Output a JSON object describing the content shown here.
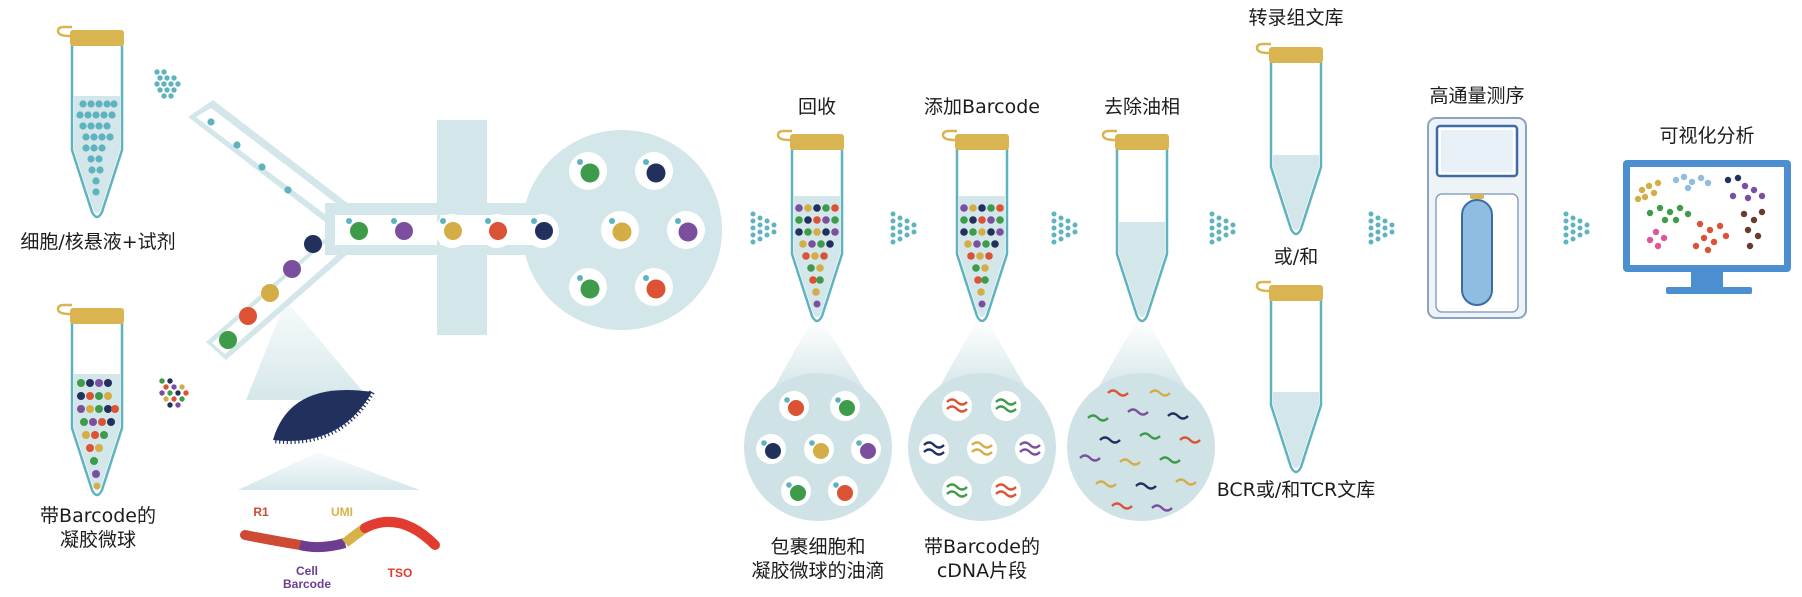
{
  "labels": {
    "cell_suspension": "细胞/核悬液+试剂",
    "beads_line1": "带Barcode的",
    "beads_line2": "凝胶微球",
    "recover": "回收",
    "add_barcode": "添加Barcode",
    "remove_oil": "去除油相",
    "transcriptome_library": "转录组文库",
    "or_and": "或/和",
    "bcr_tcr_library": "BCR或/和TCR文库",
    "sequencing": "高通量测序",
    "visual_analysis": "可视化分析",
    "droplet_line1": "包裹细胞和",
    "droplet_line2": "凝胶微球的油滴",
    "cdna_line1": "带Barcode的",
    "cdna_line2": "cDNA片段"
  },
  "bead_oligo": {
    "r1": "R1",
    "umi": "UMI",
    "cell_barcode_line1": "Cell",
    "cell_barcode_line2": "Barcode",
    "tso": "TSO"
  },
  "colors": {
    "teal": "#5fb3be",
    "tube_outline": "#5fb3be",
    "tube_cap": "#d9b450",
    "channel_fill": "#d3e6ea",
    "droplet_fill": "#cfe3e7",
    "bead_green": "#3d9b4a",
    "bead_navy": "#22305e",
    "bead_purple": "#7b4f9e",
    "bead_yellow": "#d4ad46",
    "bead_red": "#db5234",
    "r1_color": "#cf4a33",
    "umi_color": "#d6b34a",
    "cell_barcode_color": "#6c3d91",
    "tso_color": "#e23b30"
  }
}
